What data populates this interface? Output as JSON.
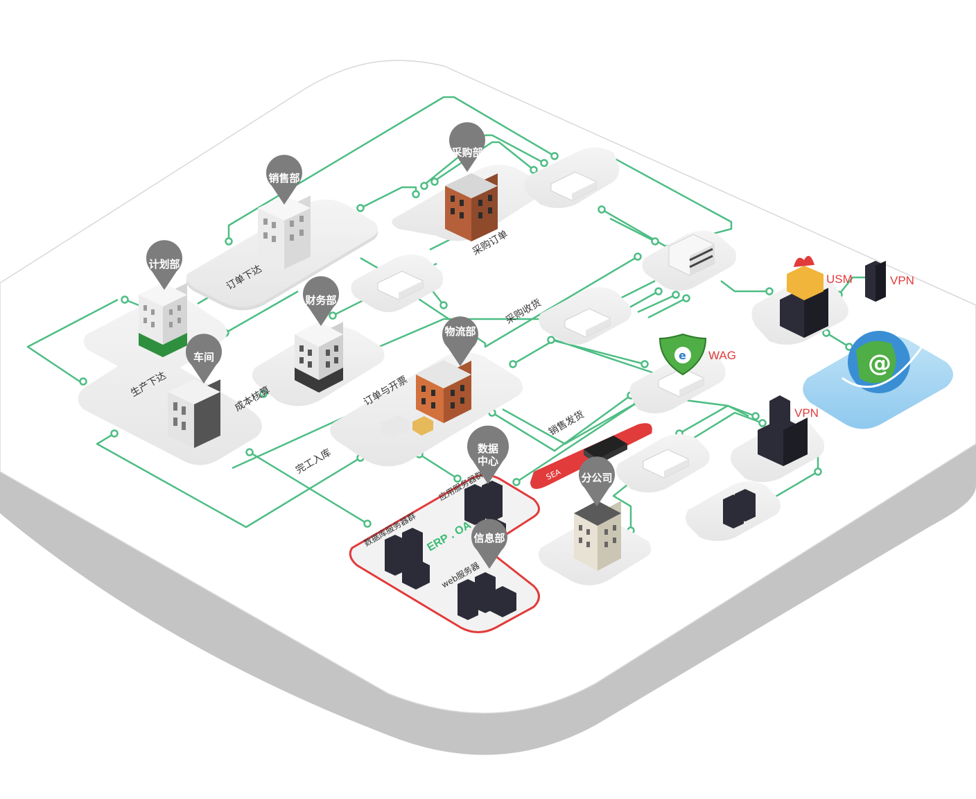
{
  "departments": {
    "sales": "销售部",
    "purchasing": "采购部",
    "planning": "计划部",
    "finance": "财务部",
    "logistics": "物流部",
    "workshop": "车间",
    "data_center_line1": "数据",
    "data_center_line2": "中心",
    "info_dept": "信息部",
    "branch": "分公司"
  },
  "flows": {
    "order_issue": "订单下达",
    "purchase_order": "采购订单",
    "production_issue": "生产下达",
    "cost_accounting": "成本核算",
    "order_invoice": "订单与开票",
    "purchase_receipt": "采购收货",
    "sales_delivery": "销售发货",
    "completion_storage": "完工入库"
  },
  "devices": {
    "usm": "USM",
    "vpn_top": "VPN",
    "vpn_mid": "VPN",
    "wag": "WAG",
    "sea": "SEA"
  },
  "datacenter": {
    "erp_oa": "ERP . OA",
    "app_cluster": "应用服务器群",
    "db_cluster": "数据库服务器群",
    "web_server": "web服务器"
  },
  "colors": {
    "line": "#4dbd84",
    "platform": "#e9e9e9",
    "pin": "#7d7d7d",
    "accent_red": "#e23b3b"
  }
}
